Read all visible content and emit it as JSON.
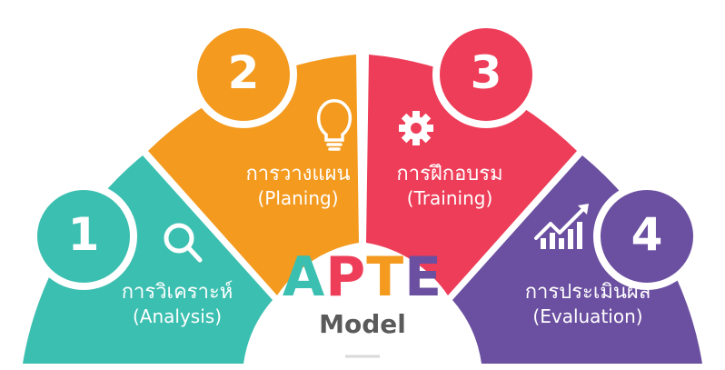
{
  "colors": {
    "teal": "#3bbfb0",
    "orange": "#f39a1f",
    "red": "#ee3d58",
    "purple": "#6b4fa0",
    "text_gray": "#5a5a5a"
  },
  "segments": [
    {
      "number": "1",
      "thai": "การวิเคราะห์",
      "english": "(Analysis)",
      "icon": "magnifier-icon"
    },
    {
      "number": "2",
      "thai": "การวางแผน",
      "english": "(Planing)",
      "icon": "lightbulb-icon"
    },
    {
      "number": "3",
      "thai": "การฝึกอบรม",
      "english": "(Training)",
      "icon": "gear-icon"
    },
    {
      "number": "4",
      "thai": "การประเมินผล",
      "english": "(Evaluation)",
      "icon": "growth-chart-icon"
    }
  ],
  "center": {
    "title_letters": [
      {
        "letter": "A",
        "color": "#3bbfb0"
      },
      {
        "letter": "P",
        "color": "#ee3d58"
      },
      {
        "letter": "T",
        "color": "#f39a1f"
      },
      {
        "letter": "E",
        "color": "#6b4fa0"
      }
    ],
    "subtitle": "Model"
  }
}
